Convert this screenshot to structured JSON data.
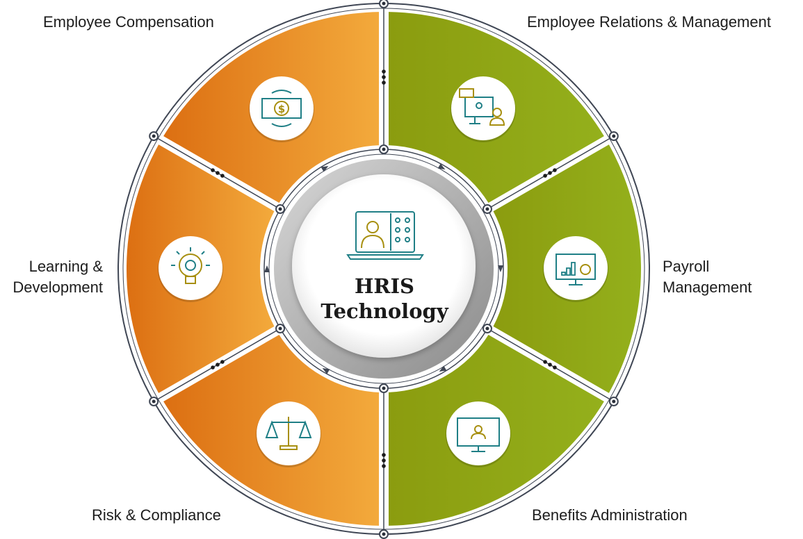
{
  "center": {
    "title_line1": "HRIS",
    "title_line2": "Technology",
    "icon": "laptop-video-conference-icon"
  },
  "segments": [
    {
      "id": "compensation",
      "label": "Employee Compensation",
      "icon": "money-cycle-icon",
      "color": "#f0a336"
    },
    {
      "id": "relations",
      "label": "Employee Relations & Management",
      "icon": "computer-chat-user-icon",
      "color": "#8fa612"
    },
    {
      "id": "payroll",
      "label_line1": "Payroll",
      "label_line2": "Management",
      "icon": "monitor-chart-dollar-icon",
      "color": "#8fa612"
    },
    {
      "id": "benefits",
      "label": "Benefits Administration",
      "icon": "monitor-user-icon",
      "color": "#8fa612"
    },
    {
      "id": "risk",
      "label": "Risk & Compliance",
      "icon": "scales-icon",
      "color": "#f0a336"
    },
    {
      "id": "learning",
      "label_line1": "Learning &",
      "label_line2": "Development",
      "icon": "lightbulb-gear-icon",
      "color": "#e07a18"
    }
  ],
  "colors": {
    "orange_light": "#f2a83a",
    "orange_dark": "#de7214",
    "green_light": "#93ab17",
    "green_dark": "#7f9611",
    "teal_icon": "#1f7f86",
    "gold_icon": "#a78f10",
    "ring_line": "#3f4654"
  }
}
